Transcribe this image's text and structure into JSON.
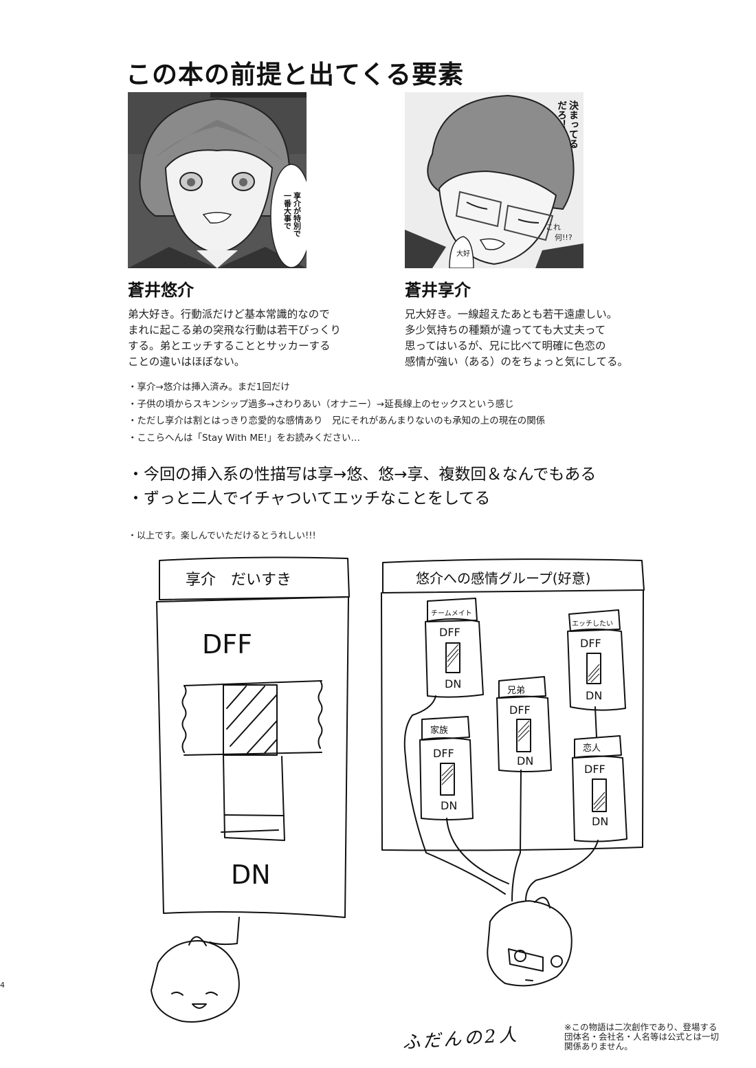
{
  "page": {
    "title": "この本の前提と出てくる要素",
    "page_number": "4"
  },
  "characters": [
    {
      "name": "蒼井悠介",
      "description": "弟大好き。行動派だけど基本常識的なので\nまれに起こる弟の突飛な行動は若干びっくり\nする。弟とエッチすることとサッカーする\nことの違いはほぼない。",
      "panel_speech": [
        "享介が特別で",
        "一番大事で"
      ]
    },
    {
      "name": "蒼井享介",
      "description": "兄大好き。一線超えたあとも若干遠慮しい。\n多少気持ちの種類が違ってても大丈夫って\n思ってはいるが、兄に比べて明確に色恋の\n感情が強い（ある）のをちょっと気にしてる。",
      "panel_speech": [
        "決まってる",
        "だろ！"
      ],
      "panel_handwriting": [
        "これ",
        "何!!?"
      ],
      "panel_bubble": "大好"
    }
  ],
  "notes_small": [
    "・享介→悠介は挿入済み。まだ1回だけ",
    "・子供の頃からスキンシップ過多→さわりあい（オナニー）→延長線上のセックスという感じ",
    "・ただし享介は割とはっきり恋愛的な感情あり　兄にそれがあんまりないのも承知の上の現在の関係",
    "・ここらへんは「Stay With ME!」をお読みください…"
  ],
  "notes_large": [
    "・今回の挿入系の性描写は享→悠、悠→享、複数回＆なんでもある",
    "・ずっと二人でイチャついてエッチなことをしてる"
  ],
  "closing": "・以上です。楽しんでいただけるとうれしい!!!",
  "sketch": {
    "left_panel": {
      "header": "享介　だいすき",
      "off_label": "DFF",
      "on_label": "DN"
    },
    "right_panel": {
      "header": "悠介への感情グループ(好意)",
      "switches": [
        {
          "label": "チームメイト",
          "off": "DFF",
          "on": "DN",
          "state": "off"
        },
        {
          "label": "エッチしたい",
          "off": "DFF",
          "on": "DN",
          "state": "on"
        },
        {
          "label": "兄弟",
          "off": "DFF",
          "on": "DN",
          "state": "off"
        },
        {
          "label": "家族",
          "off": "DFF",
          "on": "DN",
          "state": "off"
        },
        {
          "label": "恋人",
          "off": "DFF",
          "on": "DN",
          "state": "on"
        }
      ]
    },
    "caption": "ふだんの2人"
  },
  "disclaimer": "※この物語は二次創作であり、登場する\n団体名・会社名・人名等は公式とは一切\n関係ありません。"
}
